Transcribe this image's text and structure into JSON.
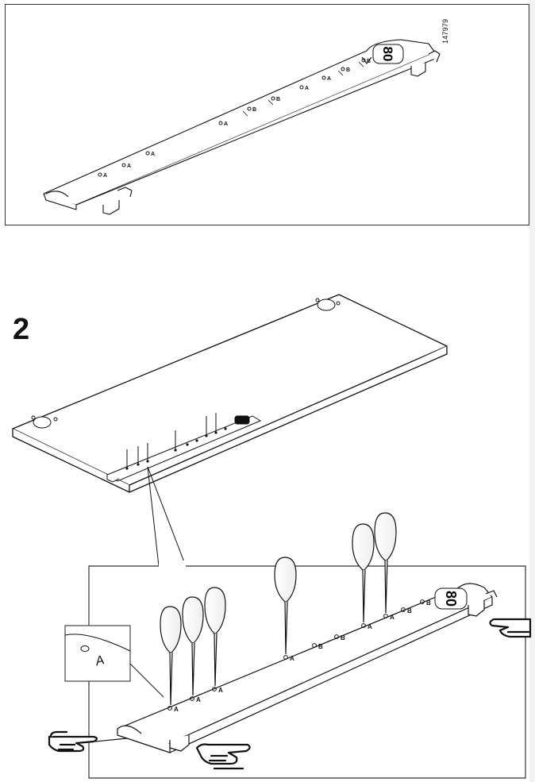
{
  "document": {
    "article_number": "147979",
    "step_number": "2",
    "strip_number_label": "80",
    "hole_marks": {
      "a": "A",
      "b": "B"
    },
    "detail_letter": "A"
  }
}
